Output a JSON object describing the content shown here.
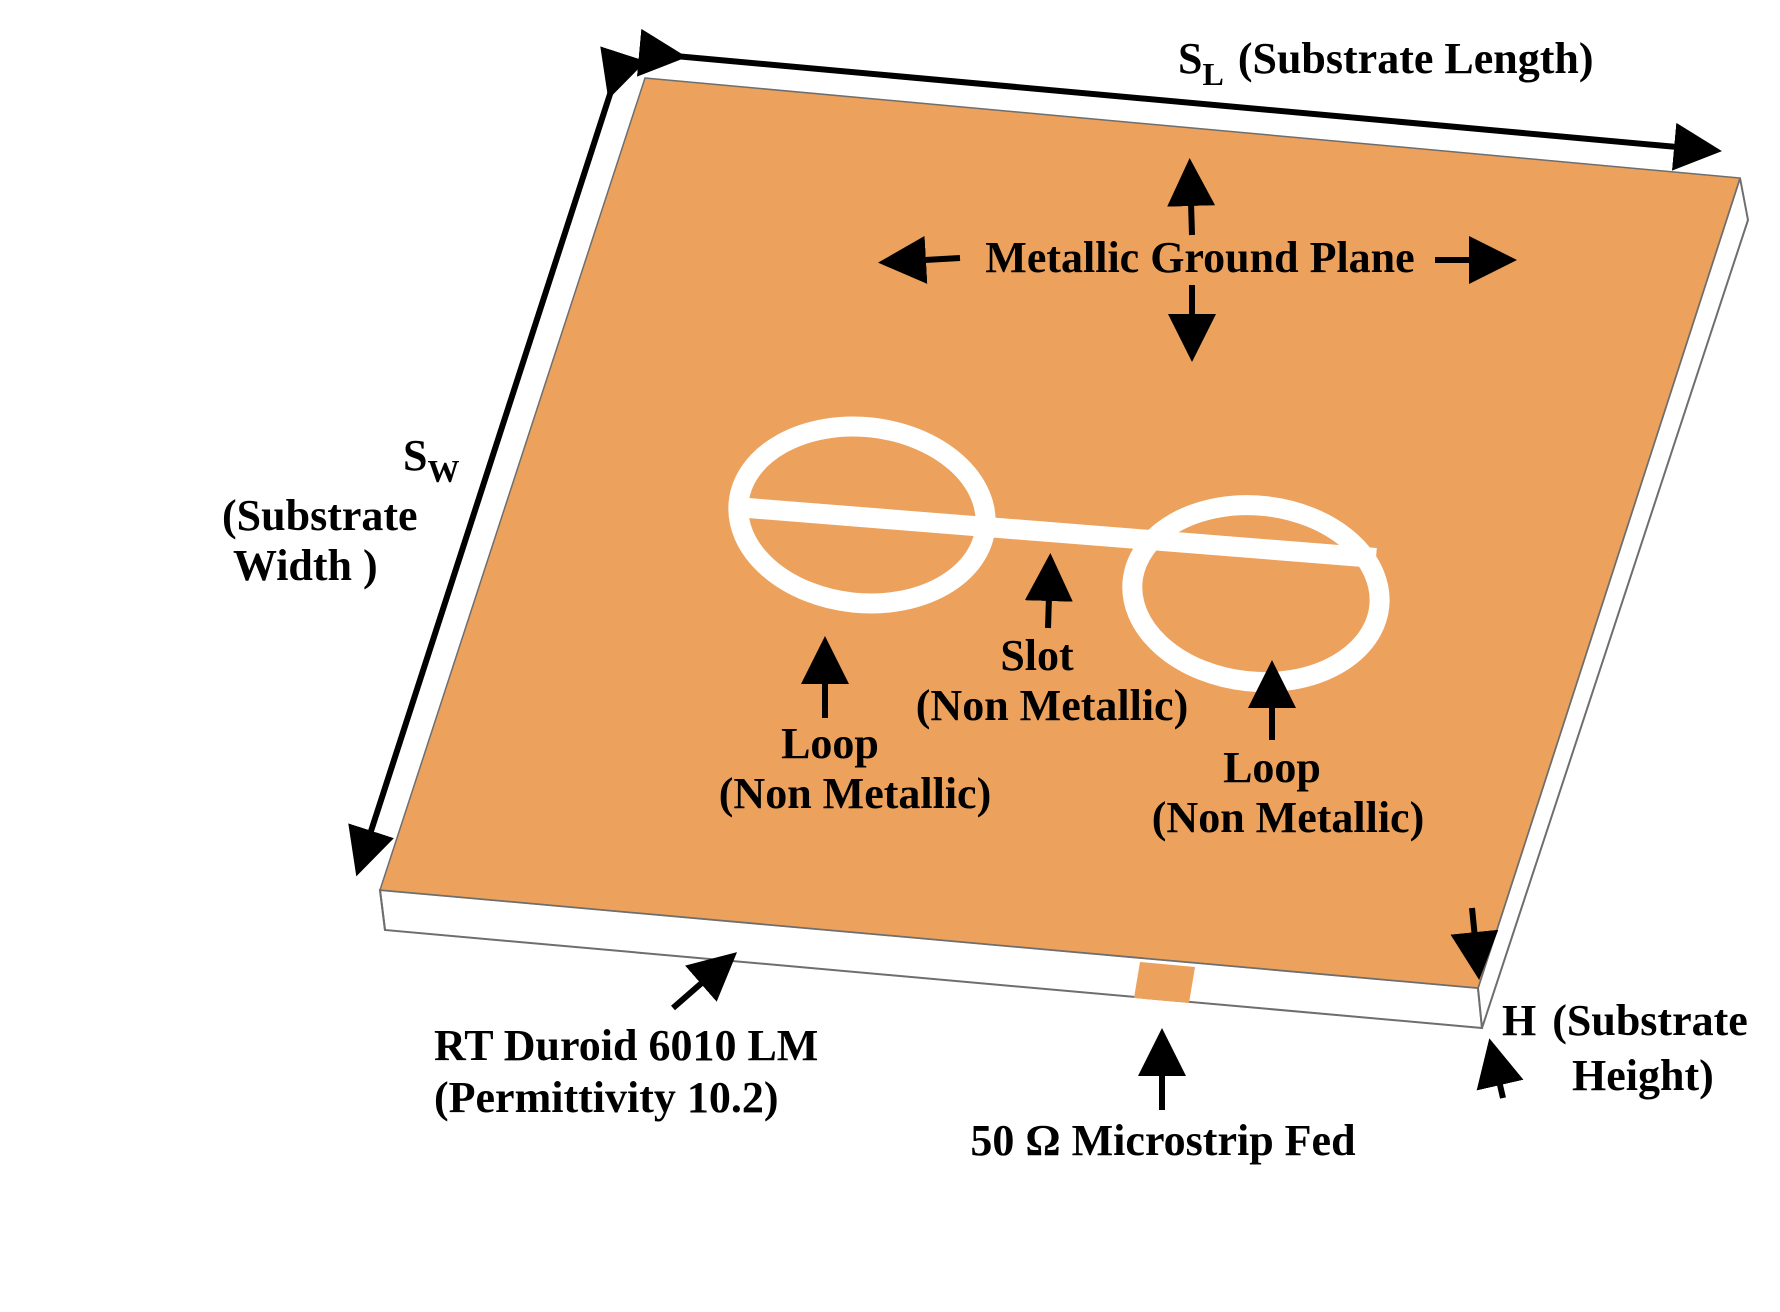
{
  "colors": {
    "ground_plane": "#ECA15C",
    "substrate": "#FFFFFF",
    "slot": "#FFFFFF",
    "ink": "#000000",
    "edge": "#6E6E6E"
  },
  "labels": {
    "substrate_length": {
      "symbol": "S",
      "subscript": "L",
      "text": "(Substrate Length)"
    },
    "substrate_width": {
      "symbol": "S",
      "subscript": "W",
      "line1": "(Substrate",
      "line2": "Width )"
    },
    "ground_plane": "Metallic Ground Plane",
    "slot": {
      "line1": "Slot",
      "line2": "(Non Metallic)"
    },
    "loop_left": {
      "line1": "Loop",
      "line2": "(Non Metallic)"
    },
    "loop_right": {
      "line1": "Loop",
      "line2": "(Non Metallic)"
    },
    "substrate_material": {
      "line1": "RT Duroid 6010 LM",
      "line2": "(Permittivity 10.2)"
    },
    "feed": "50 Ω Microstrip Fed",
    "substrate_height": {
      "symbol": "H",
      "text": "(Substrate",
      "line2": "Height)"
    }
  }
}
